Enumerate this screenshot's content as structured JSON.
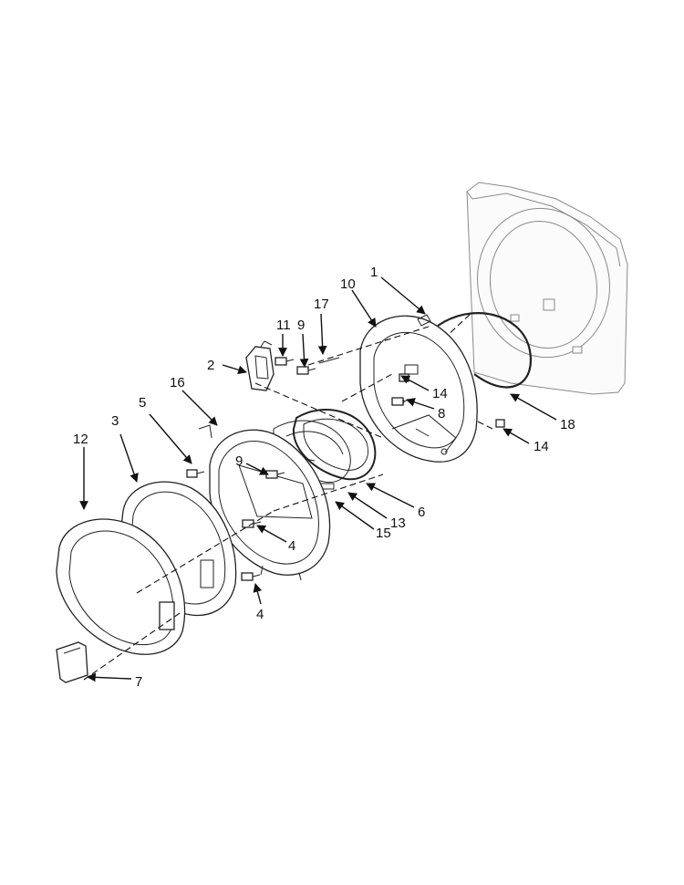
{
  "callouts": [
    {
      "id": "c1",
      "text": "1"
    },
    {
      "id": "c2",
      "text": "2"
    },
    {
      "id": "c3",
      "text": "3"
    },
    {
      "id": "c4a",
      "text": "4"
    },
    {
      "id": "c4b",
      "text": "4"
    },
    {
      "id": "c5",
      "text": "5"
    },
    {
      "id": "c6",
      "text": "6"
    },
    {
      "id": "c7",
      "text": "7"
    },
    {
      "id": "c8",
      "text": "8"
    },
    {
      "id": "c9a",
      "text": "9"
    },
    {
      "id": "c9b",
      "text": "9"
    },
    {
      "id": "c10",
      "text": "10"
    },
    {
      "id": "c11",
      "text": "11"
    },
    {
      "id": "c12",
      "text": "12"
    },
    {
      "id": "c13",
      "text": "13"
    },
    {
      "id": "c14a",
      "text": "14"
    },
    {
      "id": "c14b",
      "text": "14"
    },
    {
      "id": "c15",
      "text": "15"
    },
    {
      "id": "c16",
      "text": "16"
    },
    {
      "id": "c17",
      "text": "17"
    },
    {
      "id": "c18",
      "text": "18"
    }
  ]
}
